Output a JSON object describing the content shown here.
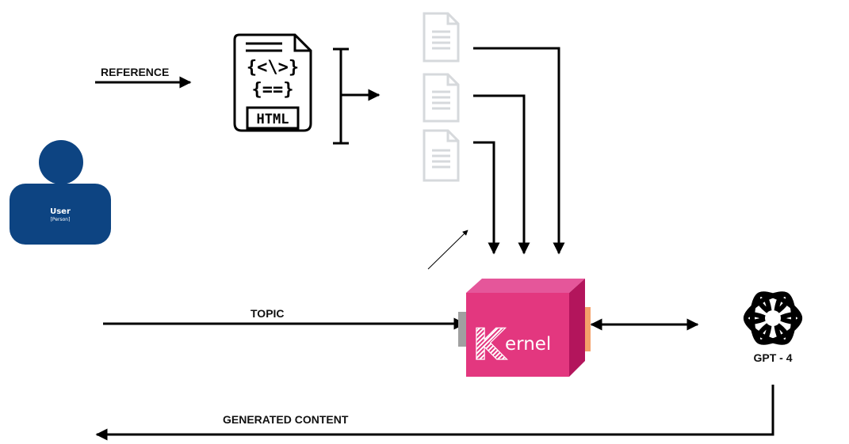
{
  "labels": {
    "reference": "REFERENCE",
    "topic": "TOPIC",
    "generated_content": "GENERATED CONTENT",
    "gpt": "GPT - 4"
  },
  "user": {
    "name": "User",
    "type": "[Person]",
    "color": "#0d4482"
  },
  "html_file": {
    "code_line_1": "{<\\>}",
    "code_line_2": "{==}",
    "tag": "HTML"
  },
  "kernel": {
    "first_letter": "K",
    "rest": "ernel",
    "color": "#e3377f"
  },
  "icons": {
    "user": "person-icon",
    "html": "html-file-icon",
    "documents": "document-icon",
    "kernel": "kernel-cube-icon",
    "gpt": "openai-logo-icon"
  }
}
